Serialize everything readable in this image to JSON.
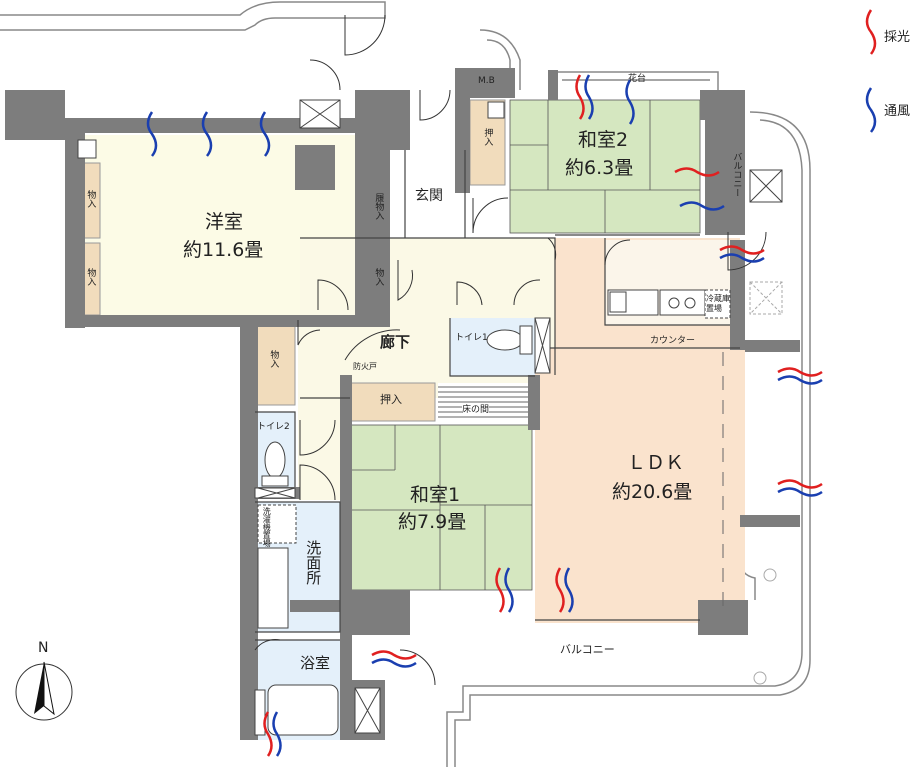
{
  "legend": {
    "light_label": "採光",
    "wind_label": "通風",
    "light_color": "#e02020",
    "wind_color": "#1a3fb0"
  },
  "colors": {
    "wall": "#7d7d7d",
    "western_room": "#fcfbe6",
    "tatami": "#d5e7c0",
    "ldk": "#fae3cd",
    "hall": "#fbf9e6",
    "wet": "#e4f0fa",
    "storage": "#f1dcbc"
  },
  "rooms": {
    "western": {
      "name": "洋室",
      "size": "約11.6畳"
    },
    "washitsu2": {
      "name": "和室2",
      "size": "約6.3畳"
    },
    "washitsu1": {
      "name": "和室1",
      "size": "約7.9畳"
    },
    "ldk": {
      "name": "ＬＤＫ",
      "size": "約20.6畳"
    },
    "genkan": "玄関",
    "hallway": "廊下",
    "senmenjo": "洗面所",
    "bath": "浴室",
    "toilet1": "トイレ1",
    "toilet2": "トイレ2"
  },
  "labels": {
    "storage": "物入",
    "oshiire": "押入",
    "shoes": "履物入",
    "mb": "M.B",
    "hanadai": "花台",
    "balcony": "バルコニー",
    "counter": "カウンター",
    "fridge": "冷蔵庫置場",
    "washer": "洗濯機置場",
    "firedoor": "防火戸",
    "tokonoma": "床の間"
  },
  "compass": {
    "north": "N"
  }
}
